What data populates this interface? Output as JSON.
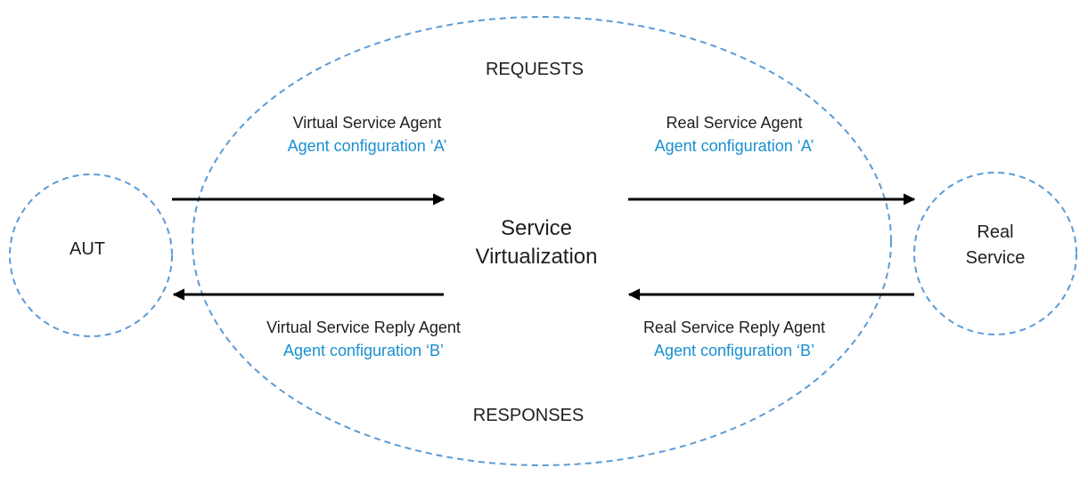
{
  "colors": {
    "dash": "#5b9bd5",
    "config_text": "#1a8fd1",
    "text": "#1f1f1f",
    "arrow": "#000000"
  },
  "aut": {
    "label": "AUT"
  },
  "real_service": {
    "line1": "Real",
    "line2": "Service"
  },
  "center": {
    "line1": "Service",
    "line2": "Virtualization"
  },
  "requests_label": "REQUESTS",
  "responses_label": "RESPONSES",
  "agents": {
    "virtual_request": {
      "name": "Virtual Service Agent",
      "config": "Agent configuration ‘A’"
    },
    "real_request": {
      "name": "Real Service Agent",
      "config": "Agent configuration ‘A’"
    },
    "virtual_reply": {
      "name": "Virtual Service Reply Agent",
      "config": "Agent configuration ‘B’"
    },
    "real_reply": {
      "name": "Real Service Reply Agent",
      "config": "Agent configuration ‘B’"
    }
  }
}
